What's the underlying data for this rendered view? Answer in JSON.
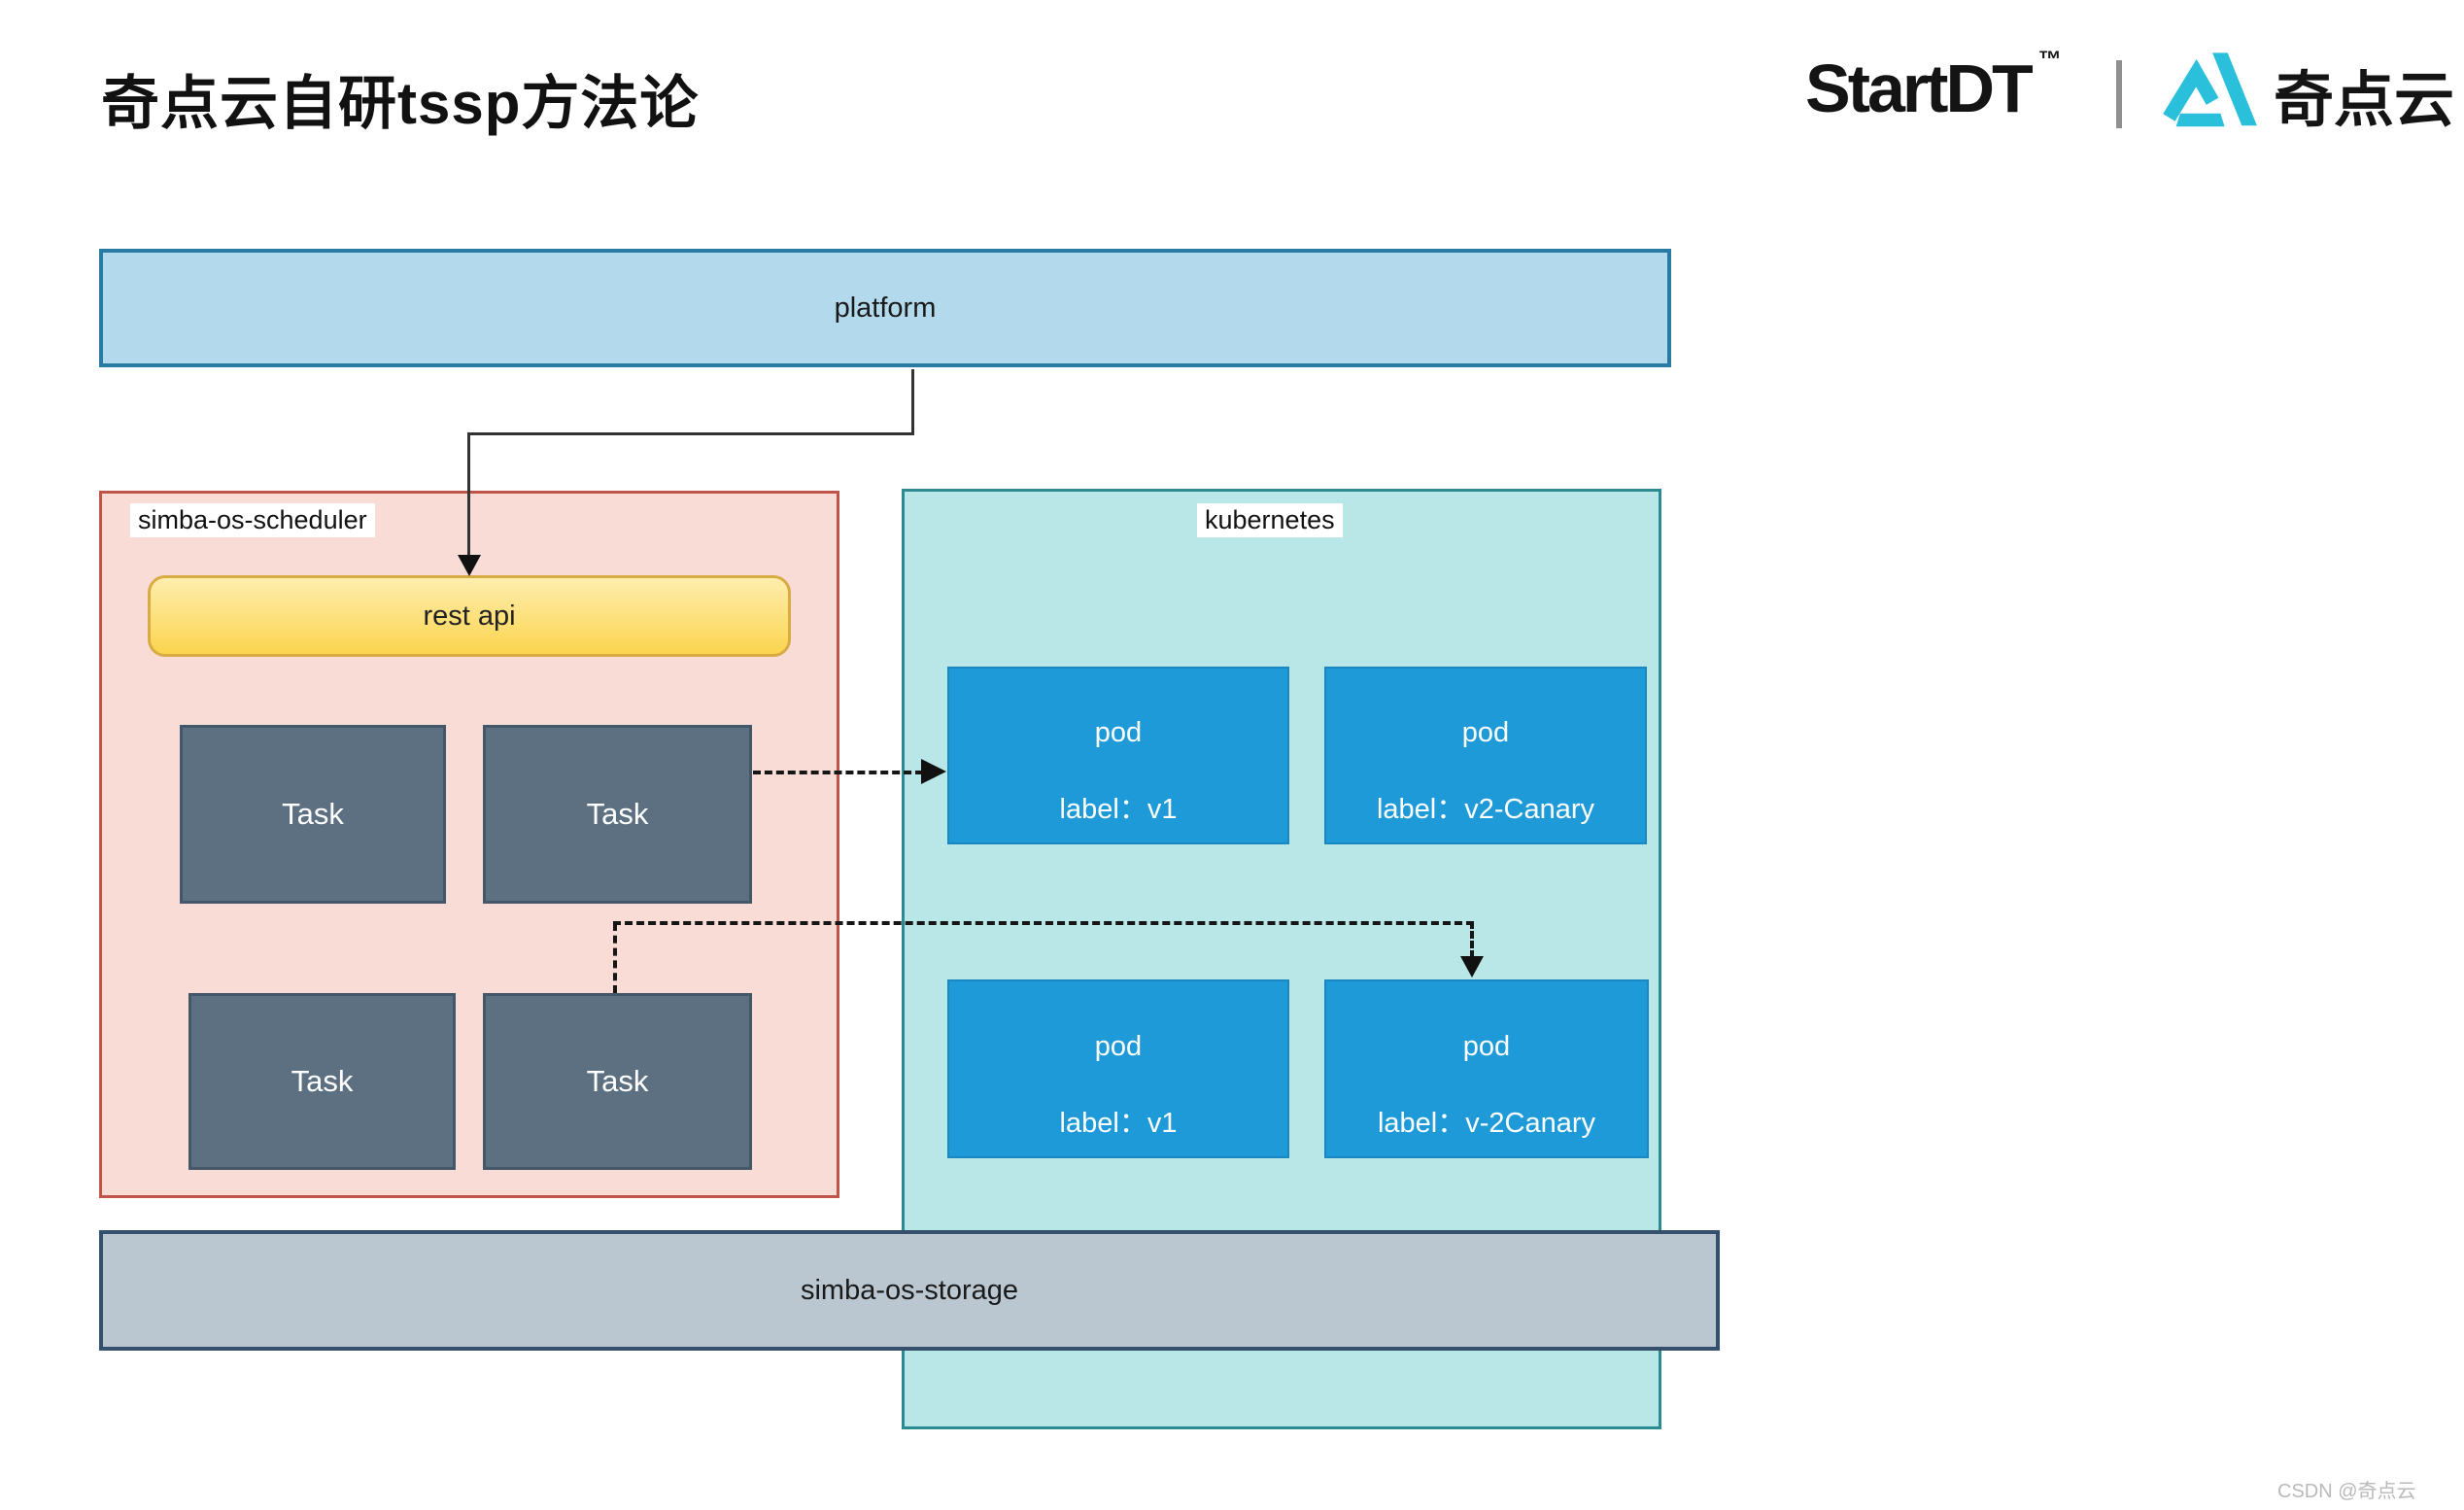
{
  "header": {
    "title": "奇点云自研tssp方法论",
    "brand": {
      "wordmark": "StartDT",
      "trademark": "™",
      "cn_name": "奇点云",
      "logo_color": "#2ac0dc"
    }
  },
  "diagram": {
    "platform": {
      "label": "platform"
    },
    "scheduler": {
      "label": "simba-os-scheduler",
      "rest_api_label": "rest api",
      "tasks": [
        {
          "label": "Task"
        },
        {
          "label": "Task"
        },
        {
          "label": "Task"
        },
        {
          "label": "Task"
        }
      ]
    },
    "kubernetes": {
      "label": "kubernetes",
      "pods": [
        {
          "title": "pod",
          "label": "label：v1"
        },
        {
          "title": "pod",
          "label": "label：v2-Canary"
        },
        {
          "title": "pod",
          "label": "label：v1"
        },
        {
          "title": "pod",
          "label": "label：v-2Canary"
        }
      ]
    },
    "storage": {
      "label": "simba-os-storage"
    },
    "colors": {
      "platform_fill": "#b2d9ec",
      "platform_border": "#2a7ba3",
      "scheduler_fill": "#fadcd7",
      "scheduler_border": "#bf544b",
      "rest_api_fill": "#fbd44e",
      "rest_api_border": "#d8ab44",
      "task_fill": "#5c7082",
      "task_border": "#44576a",
      "kubernetes_fill": "#b9e6e7",
      "kubernetes_border": "#2b8a92",
      "pod_fill": "#1e9ad8",
      "storage_fill": "#bac6d0",
      "storage_border": "#34506c"
    }
  },
  "watermark": "CSDN @奇点云"
}
